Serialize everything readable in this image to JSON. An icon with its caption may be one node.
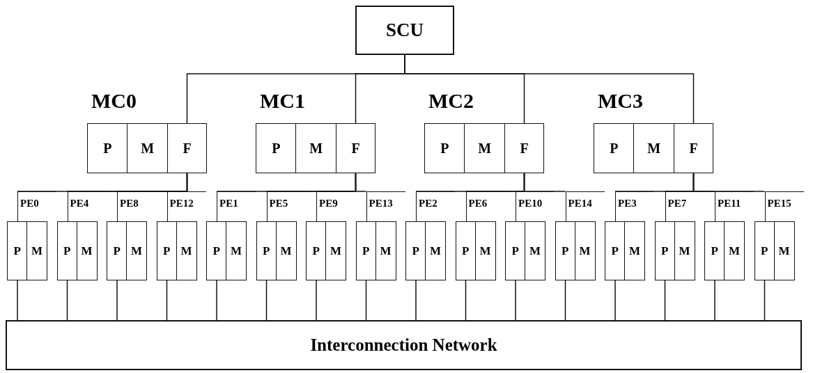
{
  "diagram": {
    "nodes": [
      {
        "text": [
          "SCU"
        ]
      },
      {
        "text": [
          "MC0"
        ]
      },
      {
        "text": [
          "P"
        ],
        "in": 1
      },
      {
        "text": [
          "M"
        ],
        "in": 1
      },
      {
        "text": [
          "F"
        ],
        "in": 1
      },
      {
        "text": [
          "MC1"
        ]
      },
      {
        "text": [
          "P"
        ],
        "in": 5
      },
      {
        "text": [
          "M"
        ],
        "in": 5
      },
      {
        "text": [
          "F"
        ],
        "in": 5
      },
      {
        "text": [
          "MC2"
        ]
      },
      {
        "text": [
          "P"
        ],
        "in": 9
      },
      {
        "text": [
          "M"
        ],
        "in": 9
      },
      {
        "text": [
          "F"
        ],
        "in": 9
      },
      {
        "text": [
          "MC3"
        ]
      },
      {
        "text": [
          "P"
        ],
        "in": 13
      },
      {
        "text": [
          "M"
        ],
        "in": 13
      },
      {
        "text": [
          "F"
        ],
        "in": 13
      },
      {
        "text": [
          "PE0"
        ]
      },
      {
        "text": [
          "P"
        ],
        "in": 17
      },
      {
        "text": [
          "M"
        ],
        "in": 17
      },
      {
        "text": [
          "PE4"
        ]
      },
      {
        "text": [
          "P"
        ],
        "in": 20
      },
      {
        "text": [
          "M"
        ],
        "in": 20
      },
      {
        "text": [
          "PE8"
        ]
      },
      {
        "text": [
          "P"
        ],
        "in": 23
      },
      {
        "text": [
          "M"
        ],
        "in": 23
      },
      {
        "text": [
          "PE12"
        ]
      },
      {
        "text": [
          "P"
        ],
        "in": 26
      },
      {
        "text": [
          "M"
        ],
        "in": 26
      },
      {
        "text": [
          "PE1"
        ]
      },
      {
        "text": [
          "P"
        ],
        "in": 29
      },
      {
        "text": [
          "M"
        ],
        "in": 29
      },
      {
        "text": [
          "PE5"
        ]
      },
      {
        "text": [
          "P"
        ],
        "in": 32
      },
      {
        "text": [
          "M"
        ],
        "in": 32
      },
      {
        "text": [
          "PE9"
        ]
      },
      {
        "text": [
          "P"
        ],
        "in": 35
      },
      {
        "text": [
          "M"
        ],
        "in": 35
      },
      {
        "text": [
          "PE13"
        ]
      },
      {
        "text": [
          "P"
        ],
        "in": 38
      },
      {
        "text": [
          "M"
        ],
        "in": 38
      },
      {
        "text": [
          "PE2"
        ]
      },
      {
        "text": [
          "P"
        ],
        "in": 41
      },
      {
        "text": [
          "M"
        ],
        "in": 41
      },
      {
        "text": [
          "PE6"
        ]
      },
      {
        "text": [
          "P"
        ],
        "in": 44
      },
      {
        "text": [
          "M"
        ],
        "in": 44
      },
      {
        "text": [
          "PE10"
        ]
      },
      {
        "text": [
          "P"
        ],
        "in": 47
      },
      {
        "text": [
          "M"
        ],
        "in": 47
      },
      {
        "text": [
          "PE14"
        ]
      },
      {
        "text": [
          "P"
        ],
        "in": 50
      },
      {
        "text": [
          "M"
        ],
        "in": 50
      },
      {
        "text": [
          "PE3"
        ]
      },
      {
        "text": [
          "P"
        ],
        "in": 53
      },
      {
        "text": [
          "M"
        ],
        "in": 53
      },
      {
        "text": [
          "PE7"
        ]
      },
      {
        "text": [
          "P"
        ],
        "in": 56
      },
      {
        "text": [
          "M"
        ],
        "in": 56
      },
      {
        "text": [
          "PE11"
        ]
      },
      {
        "text": [
          "P"
        ],
        "in": 59
      },
      {
        "text": [
          "M"
        ],
        "in": 59
      },
      {
        "text": [
          "PE15"
        ]
      },
      {
        "text": [
          "P"
        ],
        "in": 62
      },
      {
        "text": [
          "M"
        ],
        "in": 62
      },
      {
        "text": [
          "Interconnection Network"
        ]
      }
    ],
    "edges": [
      {
        "from": 0,
        "to": 4,
        "arrow": "none"
      },
      {
        "from": 0,
        "to": 8,
        "arrow": "none"
      },
      {
        "from": 0,
        "to": 12,
        "arrow": "none"
      },
      {
        "from": 0,
        "to": 16,
        "arrow": "none"
      },
      {
        "from": 4,
        "to": 17,
        "arrow": "none"
      },
      {
        "from": 4,
        "to": 20,
        "arrow": "none"
      },
      {
        "from": 4,
        "to": 23,
        "arrow": "none"
      },
      {
        "from": 4,
        "to": 26,
        "arrow": "none"
      },
      {
        "from": 8,
        "to": 29,
        "arrow": "none"
      },
      {
        "from": 8,
        "to": 32,
        "arrow": "none"
      },
      {
        "from": 8,
        "to": 35,
        "arrow": "none"
      },
      {
        "from": 8,
        "to": 38,
        "arrow": "none"
      },
      {
        "from": 12,
        "to": 41,
        "arrow": "none"
      },
      {
        "from": 12,
        "to": 44,
        "arrow": "none"
      },
      {
        "from": 12,
        "to": 47,
        "arrow": "none"
      },
      {
        "from": 12,
        "to": 50,
        "arrow": "none"
      },
      {
        "from": 16,
        "to": 53,
        "arrow": "none"
      },
      {
        "from": 16,
        "to": 56,
        "arrow": "none"
      },
      {
        "from": 16,
        "to": 59,
        "arrow": "none"
      },
      {
        "from": 16,
        "to": 62,
        "arrow": "none"
      },
      {
        "from": 17,
        "to": 65,
        "arrow": "none"
      },
      {
        "from": 20,
        "to": 65,
        "arrow": "none"
      },
      {
        "from": 23,
        "to": 65,
        "arrow": "none"
      },
      {
        "from": 26,
        "to": 65,
        "arrow": "none"
      },
      {
        "from": 29,
        "to": 65,
        "arrow": "none"
      },
      {
        "from": 32,
        "to": 65,
        "arrow": "none"
      },
      {
        "from": 35,
        "to": 65,
        "arrow": "none"
      },
      {
        "from": 38,
        "to": 65,
        "arrow": "none"
      },
      {
        "from": 41,
        "to": 65,
        "arrow": "none"
      },
      {
        "from": 44,
        "to": 65,
        "arrow": "none"
      },
      {
        "from": 47,
        "to": 65,
        "arrow": "none"
      },
      {
        "from": 50,
        "to": 65,
        "arrow": "none"
      },
      {
        "from": 53,
        "to": 65,
        "arrow": "none"
      },
      {
        "from": 56,
        "to": 65,
        "arrow": "none"
      },
      {
        "from": 59,
        "to": 65,
        "arrow": "none"
      },
      {
        "from": 62,
        "to": 65,
        "arrow": "none"
      }
    ]
  }
}
